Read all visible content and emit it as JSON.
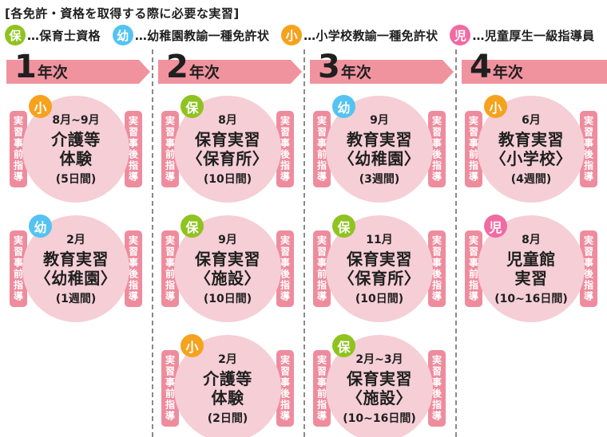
{
  "title": "[各免許・資格を取得する際に必要な実習]",
  "colors": {
    "banner_pink": "#f0939f",
    "tab_pink": "#ee8c9d",
    "circle_pink": "#f5ced6",
    "divider_gray": "#8a8a8a"
  },
  "legend": [
    {
      "badge": "保",
      "color": "#8fc31f",
      "label": "…保育士資格"
    },
    {
      "badge": "幼",
      "color": "#54c3f1",
      "label": "…幼稚園教諭一種免許状"
    },
    {
      "badge": "小",
      "color": "#f6a21d",
      "label": "…小学校教諭一種免許状"
    },
    {
      "badge": "児",
      "color": "#f06ba2",
      "label": "…児童厚生一級指導員"
    }
  ],
  "side_labels": {
    "pre": "実習事前指導",
    "post": "実習事後指導"
  },
  "columns": [
    {
      "year_number": "1",
      "year_suffix": "年次",
      "items": [
        {
          "badge": "小",
          "badge_color": "#f6a21d",
          "month": "8月~9月",
          "name_lines": [
            "介護等",
            "体験"
          ],
          "duration": "(5日間)"
        },
        {
          "badge": "幼",
          "badge_color": "#54c3f1",
          "month": "2月",
          "name_lines": [
            "教育実習",
            "〈幼稚園〉"
          ],
          "duration": "(1週間)"
        }
      ]
    },
    {
      "year_number": "2",
      "year_suffix": "年次",
      "items": [
        {
          "badge": "保",
          "badge_color": "#8fc31f",
          "month": "8月",
          "name_lines": [
            "保育実習",
            "〈保育所〉"
          ],
          "duration": "(10日間)"
        },
        {
          "badge": "保",
          "badge_color": "#8fc31f",
          "month": "9月",
          "name_lines": [
            "保育実習",
            "〈施設〉"
          ],
          "duration": "(10日間)"
        },
        {
          "badge": "小",
          "badge_color": "#f6a21d",
          "month": "2月",
          "name_lines": [
            "介護等",
            "体験"
          ],
          "duration": "(2日間)"
        }
      ]
    },
    {
      "year_number": "3",
      "year_suffix": "年次",
      "items": [
        {
          "badge": "幼",
          "badge_color": "#54c3f1",
          "month": "9月",
          "name_lines": [
            "教育実習",
            "〈幼稚園〉"
          ],
          "duration": "(3週間)"
        },
        {
          "badge": "保",
          "badge_color": "#8fc31f",
          "month": "11月",
          "name_lines": [
            "保育実習",
            "〈保育所〉"
          ],
          "duration": "(10日間)"
        },
        {
          "badge": "保",
          "badge_color": "#8fc31f",
          "month": "2月~3月",
          "name_lines": [
            "保育実習",
            "〈施設〉"
          ],
          "duration": "(10~16日間)"
        }
      ]
    },
    {
      "year_number": "4",
      "year_suffix": "年次",
      "items": [
        {
          "badge": "小",
          "badge_color": "#f6a21d",
          "month": "6月",
          "name_lines": [
            "教育実習",
            "〈小学校〉"
          ],
          "duration": "(4週間)"
        },
        {
          "badge": "児",
          "badge_color": "#f06ba2",
          "month": "8月",
          "name_lines": [
            "児童館",
            "実習"
          ],
          "duration": "(10~16日間)"
        }
      ]
    }
  ]
}
